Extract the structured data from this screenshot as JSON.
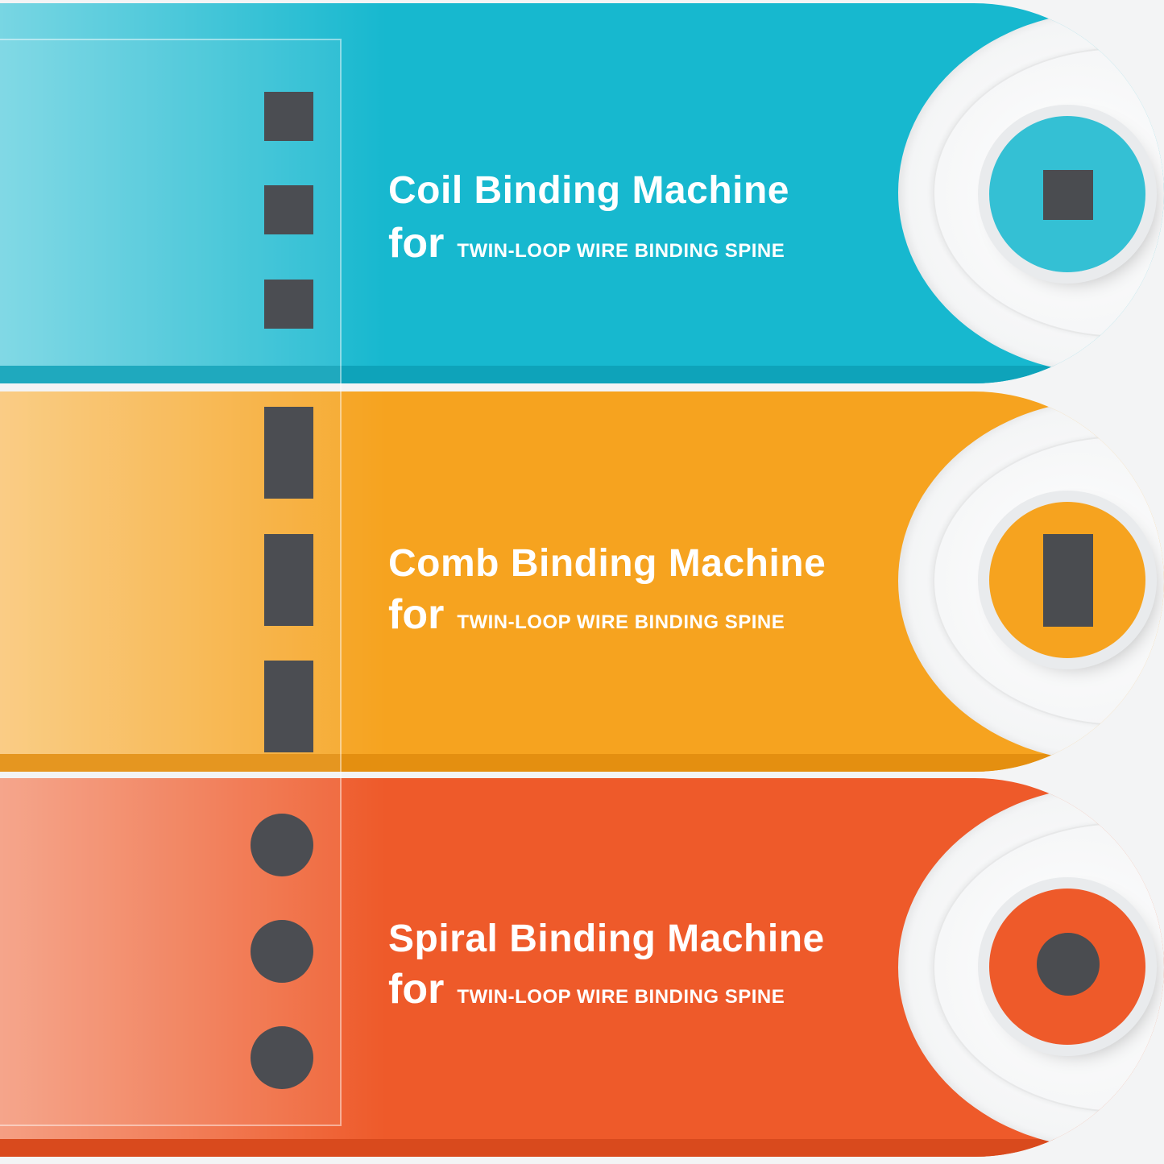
{
  "colors": {
    "coil": "#17b8cf",
    "comb": "#f6a31f",
    "spiral": "#ee5a2a",
    "hole": "#4b4d52"
  },
  "bands": [
    {
      "id": "coil",
      "title": "Coil Binding Machine",
      "for_word": "for",
      "subtitle": "TWIN-LOOP WIRE BINDING SPINE",
      "hole_shape": "square",
      "icon": "square-hole-icon"
    },
    {
      "id": "comb",
      "title": "Comb Binding Machine",
      "for_word": "for",
      "subtitle": "TWIN-LOOP WIRE BINDING SPINE",
      "hole_shape": "rectangle",
      "icon": "rectangle-hole-icon"
    },
    {
      "id": "spiral",
      "title": "Spiral Binding Machine",
      "for_word": "for",
      "subtitle": "TWIN-LOOP WIRE BINDING SPINE",
      "hole_shape": "round",
      "icon": "round-hole-icon"
    }
  ]
}
